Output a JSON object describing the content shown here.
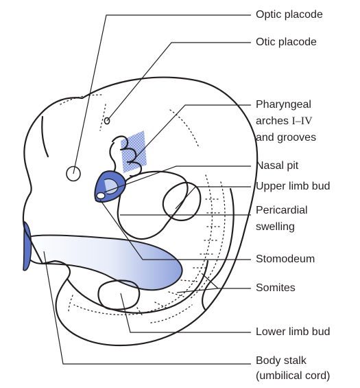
{
  "labels": {
    "optic_placode": "Optic placode",
    "otic_placode": "Otic placode",
    "pharyngeal_l1": "Pharyngeal",
    "pharyngeal_l2a": "arches ",
    "pharyngeal_l2b": "I–IV",
    "pharyngeal_l3": "and grooves",
    "nasal_pit": "Nasal pit",
    "upper_limb_bud": "Upper limb bud",
    "pericardial_l1": "Pericardial",
    "pericardial_l2": "swelling",
    "stomodeum": "Stomodeum",
    "somites": "Somites",
    "lower_limb_bud": "Lower limb bud",
    "body_stalk_l1": "Body stalk",
    "body_stalk_l2": "(umbilical cord)"
  },
  "colors": {
    "line": "#231f20",
    "blue_shade": "#5b74c7",
    "blue_light": "#dfe6f7"
  }
}
